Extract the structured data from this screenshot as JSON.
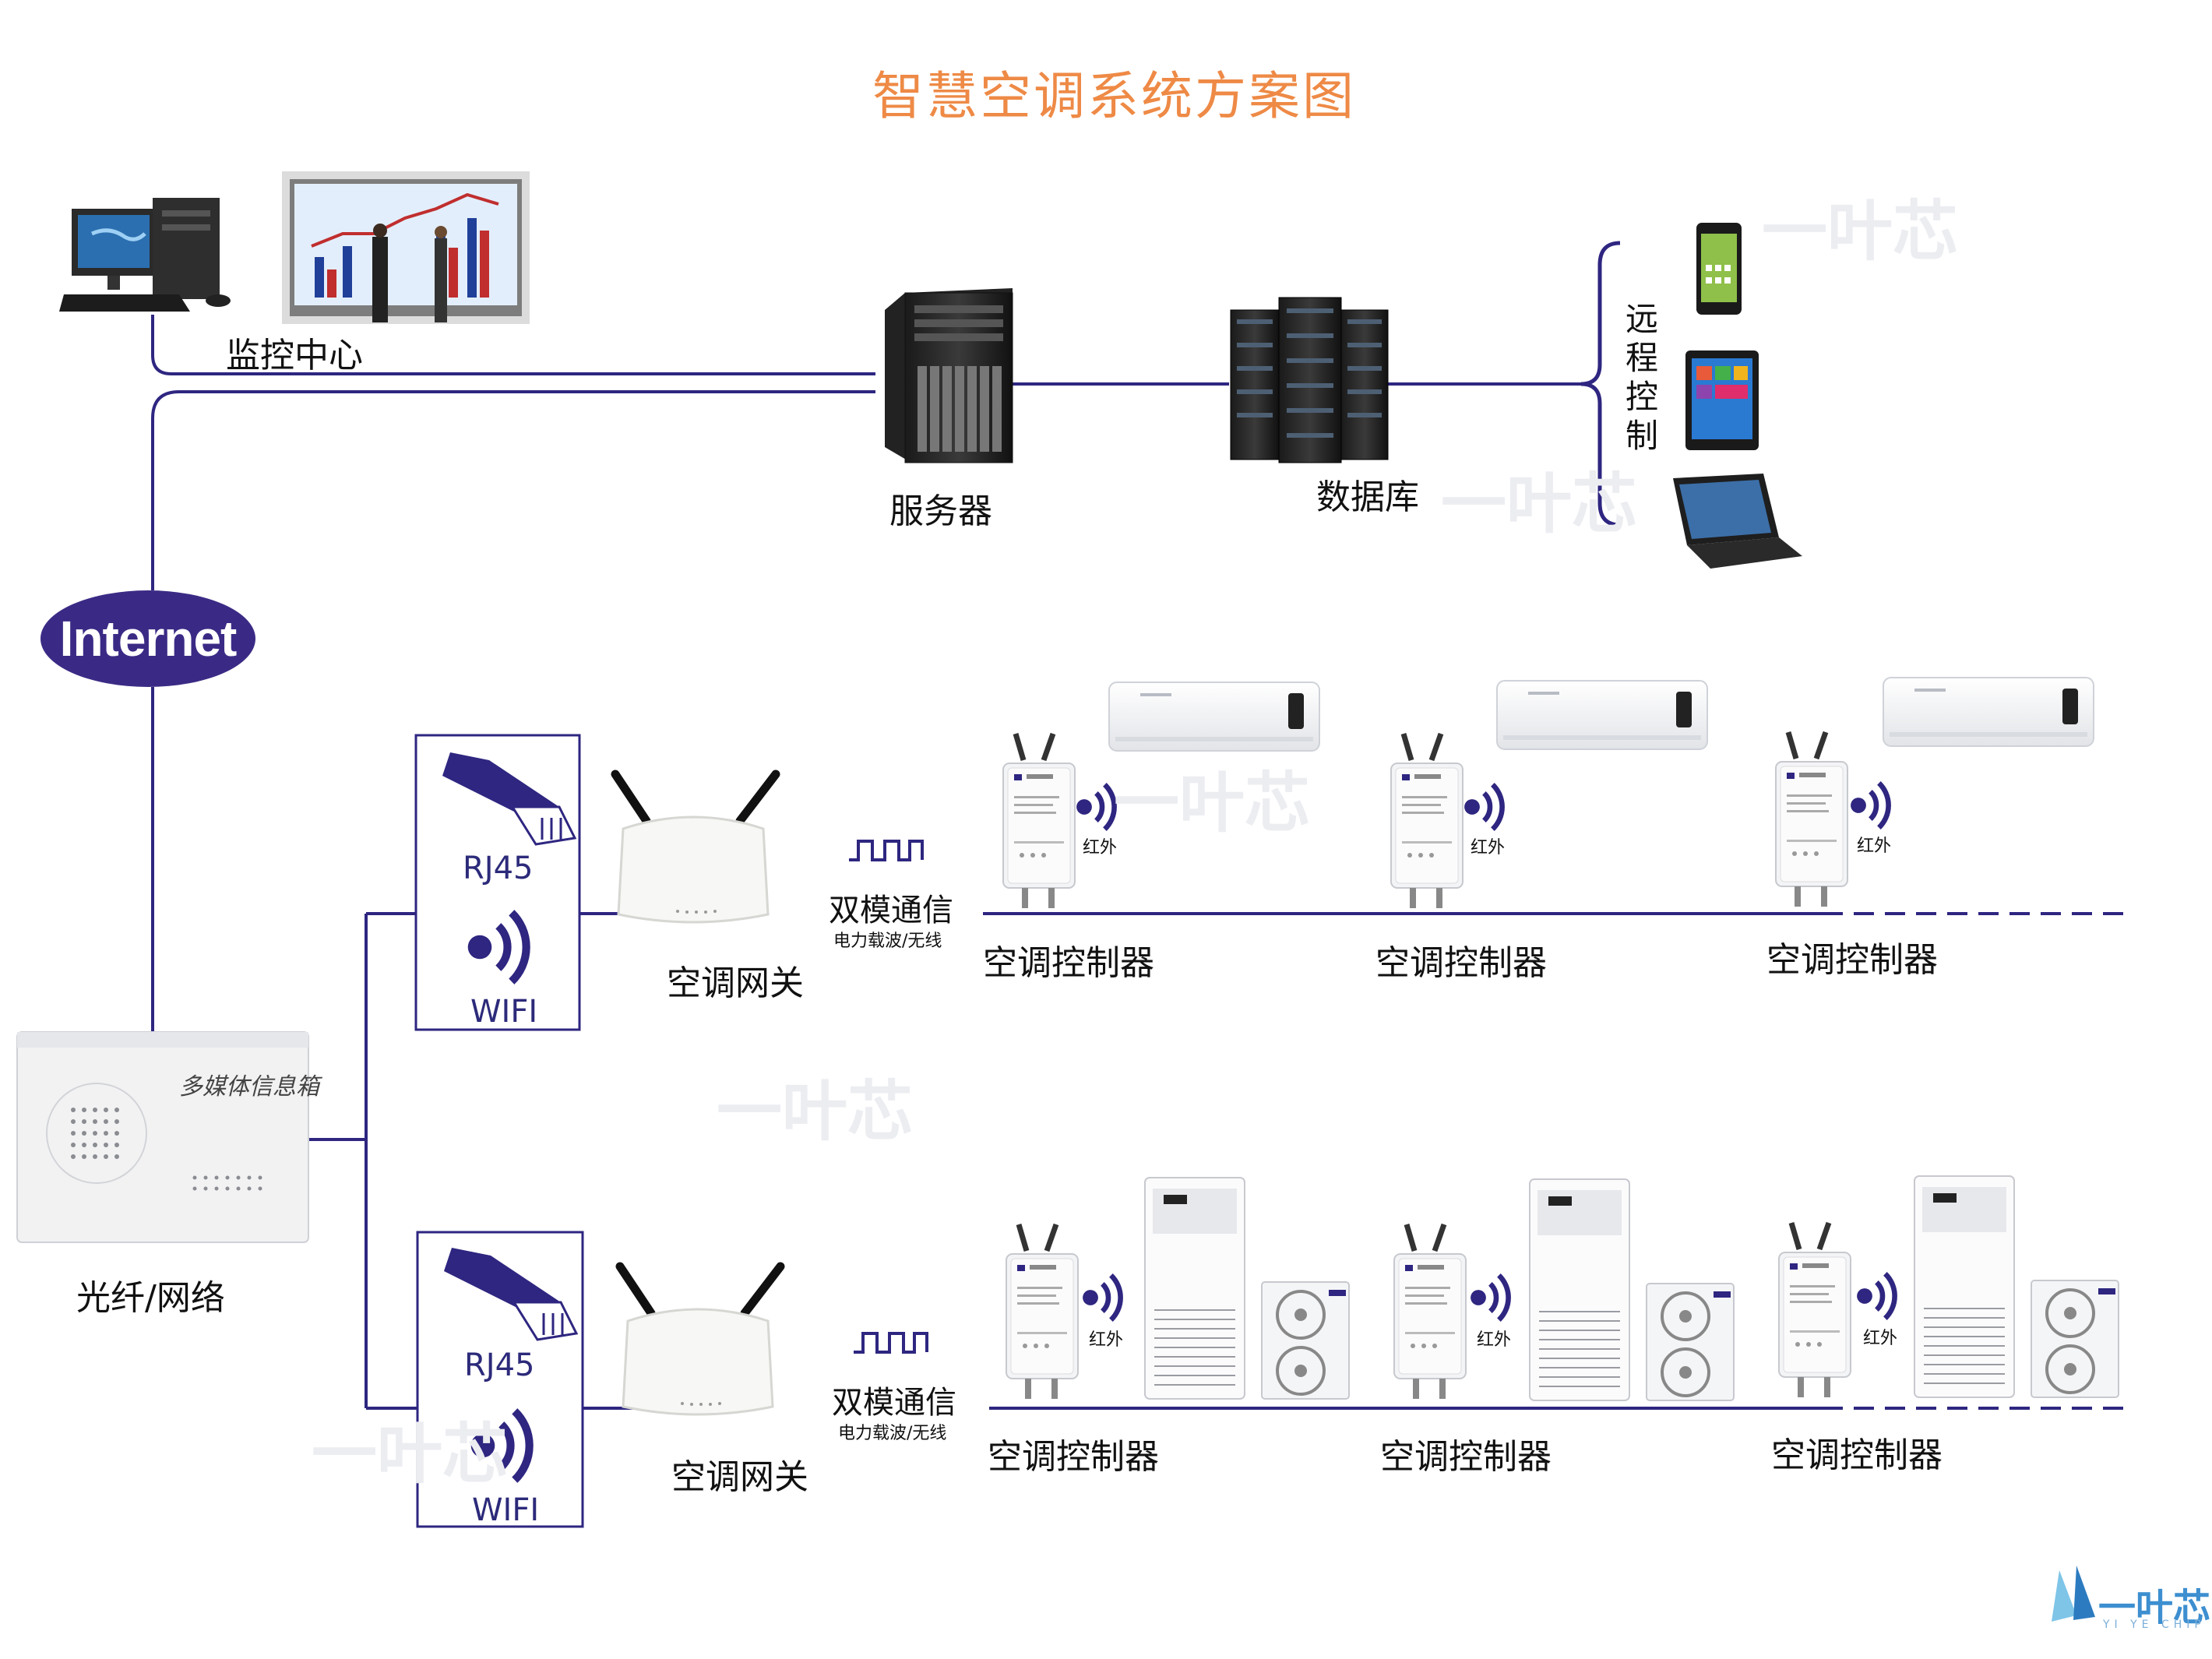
{
  "diagram": {
    "title": "智慧空调系统方案图",
    "monitor_center": "监控中心",
    "server": "服务器",
    "database": "数据库",
    "remote_control": [
      "远",
      "程",
      "控",
      "制"
    ],
    "internet": "Internet",
    "fiber_network": "光纤/网络",
    "media_box_text": "多媒体信息箱",
    "branches": [
      {
        "rj45": "RJ45",
        "wifi": "WIFI",
        "gateway": "空调网关",
        "dual_mode": "双模通信",
        "dual_mode_sub": "电力载波/无线",
        "controllers": [
          {
            "label": "空调控制器",
            "ir": "红外"
          },
          {
            "label": "空调控制器",
            "ir": "红外"
          },
          {
            "label": "空调控制器",
            "ir": "红外"
          }
        ]
      },
      {
        "rj45": "RJ45",
        "wifi": "WIFI",
        "gateway": "空调网关",
        "dual_mode": "双模通信",
        "dual_mode_sub": "电力载波/无线",
        "controllers": [
          {
            "label": "空调控制器",
            "ir": "红外"
          },
          {
            "label": "空调控制器",
            "ir": "红外"
          },
          {
            "label": "空调控制器",
            "ir": "红外"
          }
        ]
      }
    ],
    "watermark": "一叶芯",
    "watermark_sub": "YI YE CHIP",
    "colors": {
      "line": "#2e2680",
      "title": "#ee8a46",
      "internet_fill": "#3b2a85"
    }
  }
}
